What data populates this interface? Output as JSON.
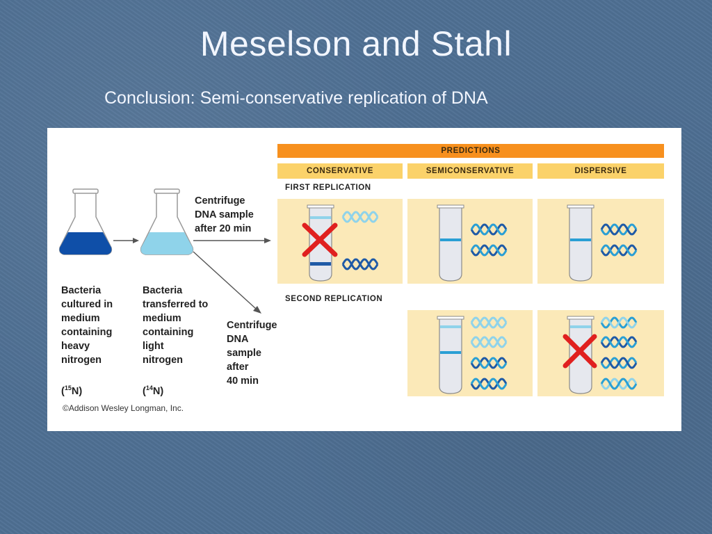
{
  "slide": {
    "title": "Meselson and Stahl",
    "subtitle": "Conclusion: Semi-conservative replication of DNA"
  },
  "figure": {
    "flask1": {
      "label": "Bacteria\ncultured in\nmedium\ncontaining\nheavy\nnitrogen",
      "isotope_open": "(",
      "isotope_mass": "15",
      "isotope_close": "N)",
      "liquid_color": "#0f4fa8"
    },
    "flask2": {
      "label": "Bacteria\ntransferred to\nmedium\ncontaining\nlight\nnitrogen",
      "isotope_open": "(",
      "isotope_mass": "14",
      "isotope_close": "N)",
      "liquid_color": "#8fd3ea"
    },
    "step1": "Centrifuge\nDNA sample\nafter 20 min",
    "step2": "Centrifuge\nDNA\nsample\nafter\n40 min",
    "predictions_header": "Predictions",
    "models": [
      "Conservative",
      "Semiconservative",
      "Dispersive"
    ],
    "first_replication": "First replication",
    "second_replication": "Second replication",
    "copyright": "©Addison Wesley Longman, Inc.",
    "colors": {
      "orange": "#f7901e",
      "panel": "#fbe9b8",
      "dark_band": "#1f5aa6",
      "light_band": "#8fd3ea",
      "mid_band": "#2a9fd4",
      "cross": "#e0201f"
    }
  }
}
